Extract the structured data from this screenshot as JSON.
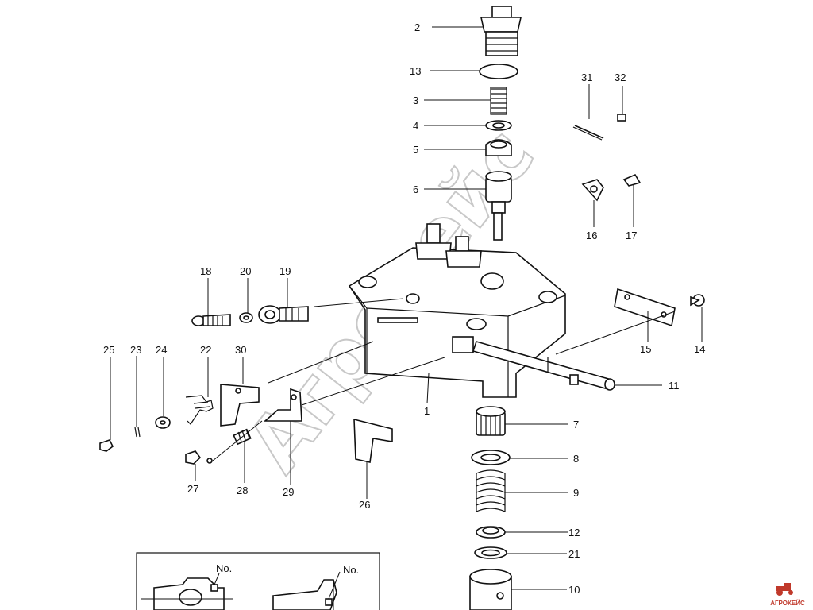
{
  "watermark": "Агрокейс",
  "brand_logo": {
    "text": "АГРОКЕЙС",
    "color": "#c0392b"
  },
  "inset_labels": [
    "No.",
    "No."
  ],
  "callouts": [
    {
      "id": "1",
      "label": "1"
    },
    {
      "id": "2",
      "label": "2"
    },
    {
      "id": "3",
      "label": "3"
    },
    {
      "id": "4",
      "label": "4"
    },
    {
      "id": "5",
      "label": "5"
    },
    {
      "id": "6",
      "label": "6"
    },
    {
      "id": "7",
      "label": "7"
    },
    {
      "id": "8",
      "label": "8"
    },
    {
      "id": "9",
      "label": "9"
    },
    {
      "id": "10",
      "label": "10"
    },
    {
      "id": "11",
      "label": "11"
    },
    {
      "id": "12",
      "label": "12"
    },
    {
      "id": "13",
      "label": "13"
    },
    {
      "id": "14",
      "label": "14"
    },
    {
      "id": "15",
      "label": "15"
    },
    {
      "id": "16",
      "label": "16"
    },
    {
      "id": "17",
      "label": "17"
    },
    {
      "id": "18",
      "label": "18"
    },
    {
      "id": "19",
      "label": "19"
    },
    {
      "id": "20",
      "label": "20"
    },
    {
      "id": "21",
      "label": "21"
    },
    {
      "id": "22",
      "label": "22"
    },
    {
      "id": "23",
      "label": "23"
    },
    {
      "id": "24",
      "label": "24"
    },
    {
      "id": "25",
      "label": "25"
    },
    {
      "id": "26",
      "label": "26"
    },
    {
      "id": "27",
      "label": "27"
    },
    {
      "id": "28",
      "label": "28"
    },
    {
      "id": "29",
      "label": "29"
    },
    {
      "id": "30",
      "label": "30"
    },
    {
      "id": "31",
      "label": "31"
    },
    {
      "id": "32",
      "label": "32"
    }
  ]
}
